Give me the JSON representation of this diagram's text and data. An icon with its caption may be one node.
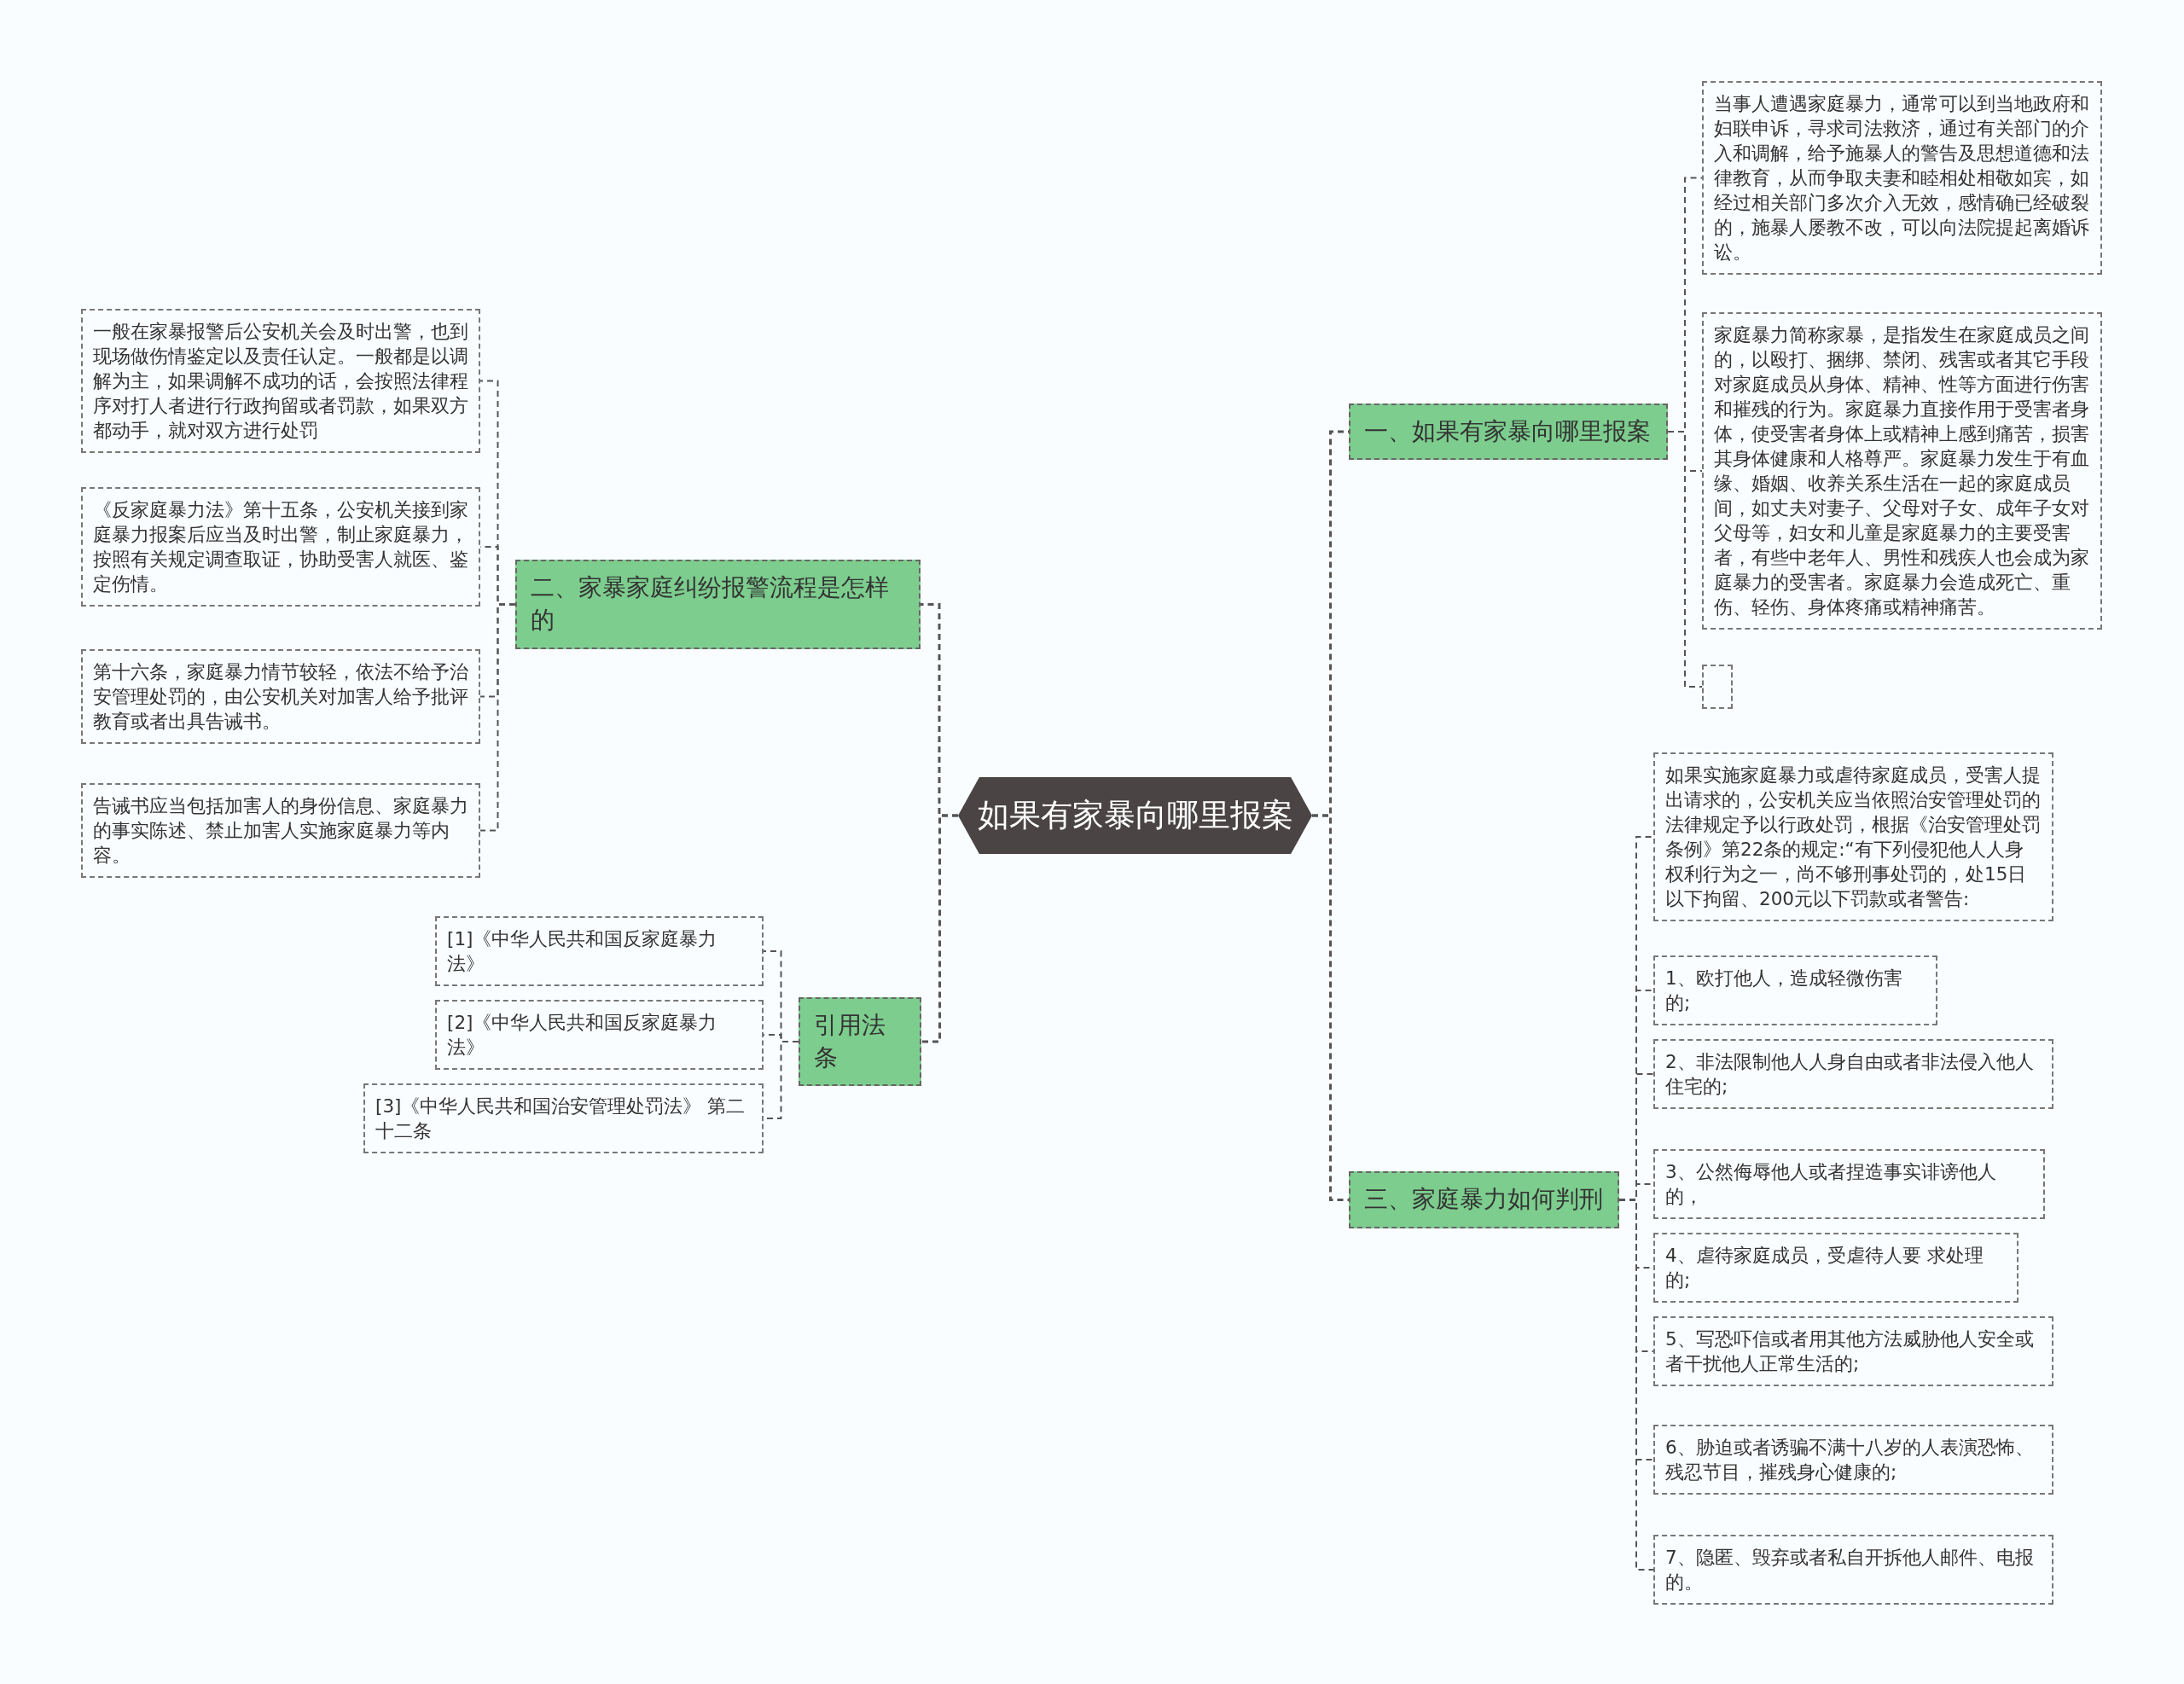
{
  "diagram": {
    "nodes": [
      {
        "text": [
          "如果有家暴向哪里报案"
        ]
      },
      {
        "text": [
          "一、如果有家暴向哪里报案"
        ]
      },
      {
        "text": [
          "当事人遭遇家庭暴力，通常可以到当地政府和妇联申诉，寻求司法救济，通过有关部门的介入和调解，给予施暴人的警告及思想道德和法律教育，从而争取夫妻和睦相处相敬如宾，如经过相关部门多次介入无效，感情确已经破裂的，施暴人屡教不改，可以向法院提起离婚诉讼。"
        ]
      },
      {
        "text": [
          "家庭暴力简称家暴，是指发生在家庭成员之间的，以殴打、捆绑、禁闭、残害或者其它手段对家庭成员从身体、精神、性等方面进行伤害和摧残的行为。家庭暴力直接作用于受害者身体，使受害者身体上或精神上感到痛苦，损害其身体健康和人格尊严。家庭暴力发生于有血缘、婚姻、收养关系生活在一起的家庭成员间，如丈夫对妻子、父母对子女、成年子女对父母等，妇女和儿童是家庭暴力的主要受害者，有些中老年人、男性和残疾人也会成为家庭暴力的受害者。家庭暴力会造成死亡、重伤、轻伤、身体疼痛或精神痛苦。"
        ]
      },
      {
        "text": [],
        "shape": "box"
      },
      {
        "text": [
          "二、家暴家庭纠纷报警流程是怎样的"
        ]
      },
      {
        "text": [
          "一般在家暴报警后公安机关会及时出警，也到现场做伤情鉴定以及责任认定。一般都是以调解为主，如果调解不成功的话，会按照法律程序对打人者进行行政拘留或者罚款，如果双方都动手，就对双方进行处罚"
        ]
      },
      {
        "text": [
          "《反家庭暴力法》第十五条，公安机关接到家庭暴力报案后应当及时出警，制止家庭暴力，按照有关规定调查取证，协助受害人就医、鉴定伤情。"
        ]
      },
      {
        "text": [
          "第十六条，家庭暴力情节较轻，依法不给予治安管理处罚的，由公安机关对加害人给予批评教育或者出具告诫书。"
        ]
      },
      {
        "text": [
          "告诫书应当包括加害人的身份信息、家庭暴力的事实陈述、禁止加害人实施家庭暴力等内容。"
        ]
      },
      {
        "text": [
          "引用法条"
        ]
      },
      {
        "text": [
          "[1]《中华人民共和国反家庭暴力法》"
        ]
      },
      {
        "text": [
          "[2]《中华人民共和国反家庭暴力法》"
        ]
      },
      {
        "text": [
          "[3]《中华人民共和国治安管理处罚法》 第二十二条"
        ]
      },
      {
        "text": [
          "三、家庭暴力如何判刑"
        ]
      },
      {
        "text": [
          "如果实施家庭暴力或虐待家庭成员，受害人提出请求的，公安机关应当依照治安管理处罚的法律规定予以行政处罚，根据《治安管理处罚条例》第22条的规定:“有下列侵犯他人人身权利行为之一，尚不够刑事处罚的，处15日以下拘留、200元以下罚款或者警告:"
        ]
      },
      {
        "text": [
          "1、欧打他人，造成轻微伤害的;"
        ]
      },
      {
        "text": [
          "2、非法限制他人人身自由或者非法侵入他人住宅的;"
        ]
      },
      {
        "text": [
          "3、公然侮辱他人或者捏造事实诽谤他人的，"
        ]
      },
      {
        "text": [
          "4、虐待家庭成员，受虐待人要 求处理的;"
        ]
      },
      {
        "text": [
          "5、写恐吓信或者用其他方法威胁他人安全或者干扰他人正常生活的;"
        ]
      },
      {
        "text": [
          "6、胁迫或者诱骗不满十八岁的人表演恐怖、残忍节目，摧残身心健康的;"
        ]
      },
      {
        "text": [
          "7、隐匿、毁弃或者私自开拆他人邮件、电报的。"
        ]
      }
    ],
    "edges": [
      {
        "from": 0,
        "to": 1,
        "arrow": "none"
      },
      {
        "from": 1,
        "to": 2,
        "arrow": "none"
      },
      {
        "from": 1,
        "to": 3,
        "arrow": "none"
      },
      {
        "from": 1,
        "to": 4,
        "arrow": "none"
      },
      {
        "from": 0,
        "to": 5,
        "arrow": "none"
      },
      {
        "from": 5,
        "to": 6,
        "arrow": "none"
      },
      {
        "from": 5,
        "to": 7,
        "arrow": "none"
      },
      {
        "from": 5,
        "to": 8,
        "arrow": "none"
      },
      {
        "from": 5,
        "to": 9,
        "arrow": "none"
      },
      {
        "from": 0,
        "to": 10,
        "arrow": "none"
      },
      {
        "from": 10,
        "to": 11,
        "arrow": "none"
      },
      {
        "from": 10,
        "to": 12,
        "arrow": "none"
      },
      {
        "from": 10,
        "to": 13,
        "arrow": "none"
      },
      {
        "from": 0,
        "to": 14,
        "arrow": "none"
      },
      {
        "from": 14,
        "to": 15,
        "arrow": "none"
      },
      {
        "from": 14,
        "to": 16,
        "arrow": "none"
      },
      {
        "from": 14,
        "to": 17,
        "arrow": "none"
      },
      {
        "from": 14,
        "to": 18,
        "arrow": "none"
      },
      {
        "from": 14,
        "to": 19,
        "arrow": "none"
      },
      {
        "from": 14,
        "to": 20,
        "arrow": "none"
      },
      {
        "from": 14,
        "to": 21,
        "arrow": "none"
      },
      {
        "from": 14,
        "to": 22,
        "arrow": "none"
      }
    ]
  }
}
